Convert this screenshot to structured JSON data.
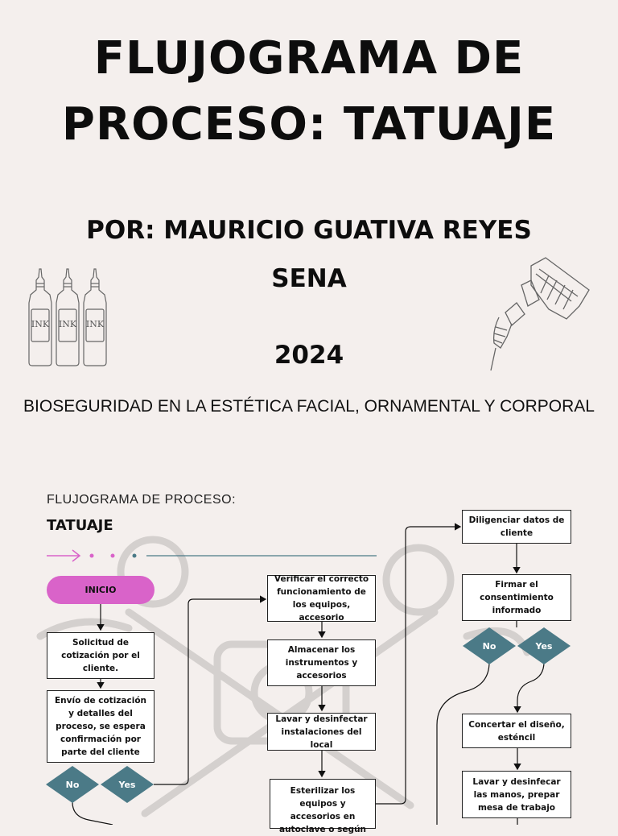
{
  "header": {
    "title_line1": "FLUJOGRAMA DE",
    "title_line2": "PROCESO: TATUAJE",
    "author": "POR: MAURICIO GUATIVA REYES",
    "institution": "SENA",
    "year": "2024",
    "course": "BIOSEGURIDAD EN LA ESTÉTICA FACIAL, ORNAMENTAL Y CORPORAL"
  },
  "decor": {
    "bottle_label": "INK"
  },
  "flowchart": {
    "heading": "FLUJOGRAMA DE PROCESO:",
    "subheading": "TATUAJE",
    "accent_pink": "#d963c9",
    "accent_teal": "#4b7a87",
    "start_label": "INICIO",
    "col1": [
      "Solicitud de cotización por el cliente.",
      "Envío de cotización y detalles del proceso, se espera confirmación por parte del cliente"
    ],
    "col1_decision": {
      "no": "No",
      "yes": "Yes"
    },
    "col2": [
      "Verificar el correcto funcionamiento de los equipos, accesorio",
      "Almacenar los instrumentos y accesorios",
      "Lavar y desinfectar instalaciones del local",
      "Esterilizar los equipos y accesorios en autoclave o según"
    ],
    "col3": [
      "Diligenciar datos de cliente",
      "Firmar el consentimiento informado",
      "Concertar el diseño, esténcil",
      "Lavar y desinfecar las manos, prepar mesa de trabajo"
    ],
    "col3_decision": {
      "no": "No",
      "yes": "Yes"
    }
  }
}
